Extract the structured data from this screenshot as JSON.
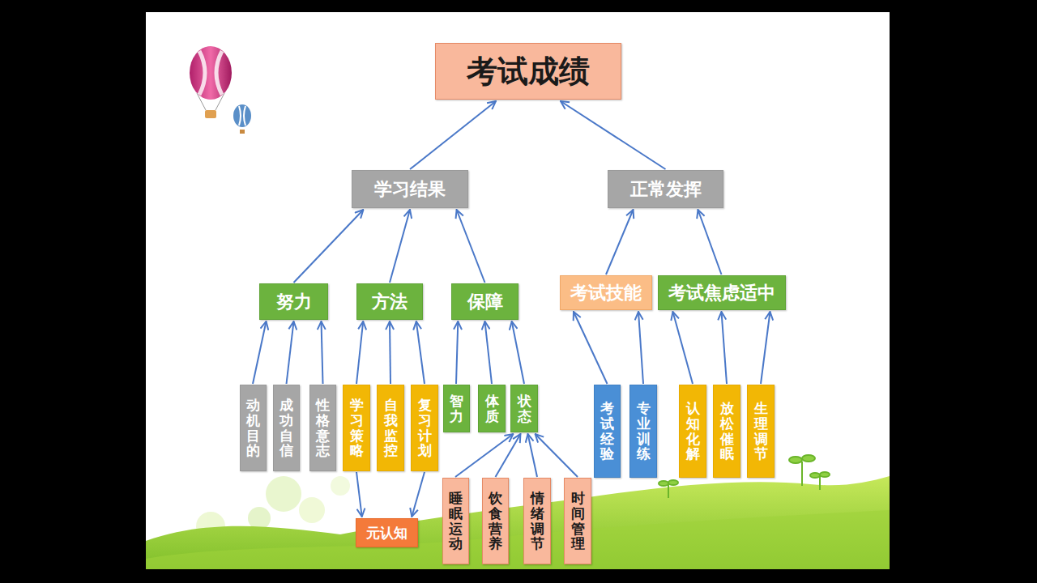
{
  "diagram": {
    "nodes": [
      {
        "text": [
          "考试成绩"
        ]
      },
      {
        "text": [
          "学习结果"
        ]
      },
      {
        "text": [
          "正常发挥"
        ]
      },
      {
        "text": [
          "努力"
        ]
      },
      {
        "text": [
          "方法"
        ]
      },
      {
        "text": [
          "保障"
        ]
      },
      {
        "text": [
          "考试技能"
        ]
      },
      {
        "text": [
          "考试焦虑适中"
        ]
      },
      {
        "text": [
          "动机目的"
        ]
      },
      {
        "text": [
          "成功自信"
        ]
      },
      {
        "text": [
          "性格意志"
        ]
      },
      {
        "text": [
          "学习策略"
        ]
      },
      {
        "text": [
          "自我监控"
        ]
      },
      {
        "text": [
          "复习计划"
        ]
      },
      {
        "text": [
          "智力"
        ]
      },
      {
        "text": [
          "体质"
        ]
      },
      {
        "text": [
          "状态"
        ]
      },
      {
        "text": [
          "考试经验"
        ]
      },
      {
        "text": [
          "专业训练"
        ]
      },
      {
        "text": [
          "认知化解"
        ]
      },
      {
        "text": [
          "放松催眠"
        ]
      },
      {
        "text": [
          "生理调节"
        ]
      },
      {
        "text": [
          "元认知"
        ]
      },
      {
        "text": [
          "睡眠运动"
        ]
      },
      {
        "text": [
          "饮食营养"
        ]
      },
      {
        "text": [
          "情绪调节"
        ]
      },
      {
        "text": [
          "时间管理"
        ]
      }
    ],
    "edges": [
      {
        "from": 1,
        "to": 0,
        "arrow": "to"
      },
      {
        "from": 2,
        "to": 0,
        "arrow": "to"
      },
      {
        "from": 3,
        "to": 1,
        "arrow": "to"
      },
      {
        "from": 4,
        "to": 1,
        "arrow": "to"
      },
      {
        "from": 5,
        "to": 1,
        "arrow": "to"
      },
      {
        "from": 6,
        "to": 2,
        "arrow": "to"
      },
      {
        "from": 7,
        "to": 2,
        "arrow": "to"
      },
      {
        "from": 8,
        "to": 3,
        "arrow": "to"
      },
      {
        "from": 9,
        "to": 3,
        "arrow": "to"
      },
      {
        "from": 10,
        "to": 3,
        "arrow": "to"
      },
      {
        "from": 11,
        "to": 4,
        "arrow": "to"
      },
      {
        "from": 12,
        "to": 4,
        "arrow": "to"
      },
      {
        "from": 13,
        "to": 4,
        "arrow": "to"
      },
      {
        "from": 14,
        "to": 5,
        "arrow": "to"
      },
      {
        "from": 15,
        "to": 5,
        "arrow": "to"
      },
      {
        "from": 16,
        "to": 5,
        "arrow": "to"
      },
      {
        "from": 17,
        "to": 6,
        "arrow": "to"
      },
      {
        "from": 18,
        "to": 6,
        "arrow": "to"
      },
      {
        "from": 19,
        "to": 7,
        "arrow": "to"
      },
      {
        "from": 20,
        "to": 7,
        "arrow": "to"
      },
      {
        "from": 21,
        "to": 7,
        "arrow": "to"
      },
      {
        "from": 11,
        "to": 22,
        "arrow": "to"
      },
      {
        "from": 13,
        "to": 22,
        "arrow": "to"
      },
      {
        "from": 23,
        "to": 16,
        "arrow": "to"
      },
      {
        "from": 24,
        "to": 16,
        "arrow": "to"
      },
      {
        "from": 25,
        "to": 16,
        "arrow": "to"
      },
      {
        "from": 26,
        "to": 16,
        "arrow": "to"
      }
    ]
  }
}
